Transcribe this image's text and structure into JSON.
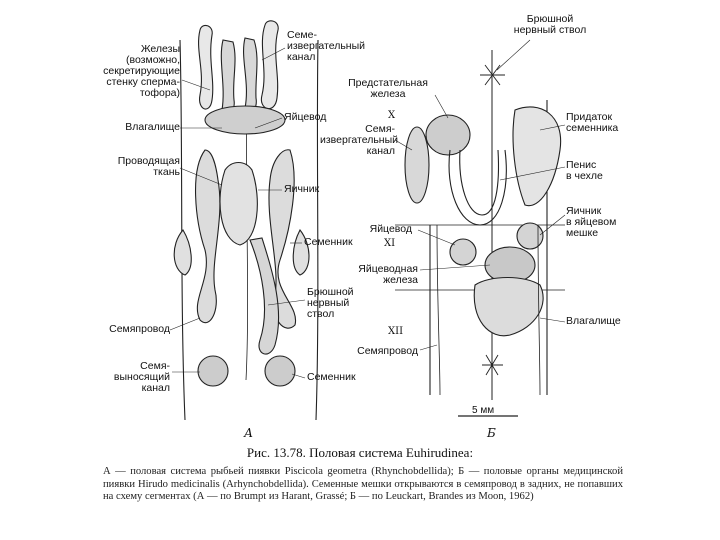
{
  "labels_a": {
    "glands": "Железы\n(возможно,\nсекретирующие\nстенку сперма-\nтофора)",
    "ejaculatory_canal": "Семе-\nизвергательный\nканал",
    "vagina": "Влагалище",
    "oviduct": "Яйцевод",
    "conducting_tissue": "Проводящая\nткань",
    "ovary": "Яичник",
    "testis_upper": "Семенник",
    "ventral_nerve_cord": "Брюшной\nнервный\nствол",
    "vas_deferens": "Семяпровод",
    "vas_efferens": "Семя-\nвыносящий\nканал",
    "testis_lower": "Семенник"
  },
  "labels_b": {
    "ventral_nerve_cord": "Брюшной\nнервный ствол",
    "prostate": "Предстательная\nжелеза",
    "ejaculatory_canal": "Семя-\nизвергательный\nканал",
    "epididymis": "Придаток\nсеменника",
    "penis": "Пенис\nв чехле",
    "ovary_in_sac": "Яичник\nв яйцевом\nмешке",
    "oviduct": "Яйцевод",
    "albumin_gland": "Яйцеводная\nжелеза",
    "vagina": "Влагалище",
    "vas_deferens": "Семяпровод",
    "segment_x": "X",
    "segment_xi": "XI",
    "segment_xii": "XII",
    "scale": "5 мм"
  },
  "panels": {
    "a": "А",
    "b": "Б"
  },
  "caption": {
    "title": "Рис. 13.78. Половая система Euhirudinea:",
    "body": "А — половая система рыбьей пиявки Piscicola geometra (Rhynchobdellida); Б — половые органы медицинской пиявки Hirudo medicinalis (Arhynchobdellida). Семенные мешки открываются в семяпровод в задних, не попавших на схему сегментах (А — по Brumpt из Harant, Grassé; Б — по Leuckart, Brandes из Moon, 1962)"
  }
}
